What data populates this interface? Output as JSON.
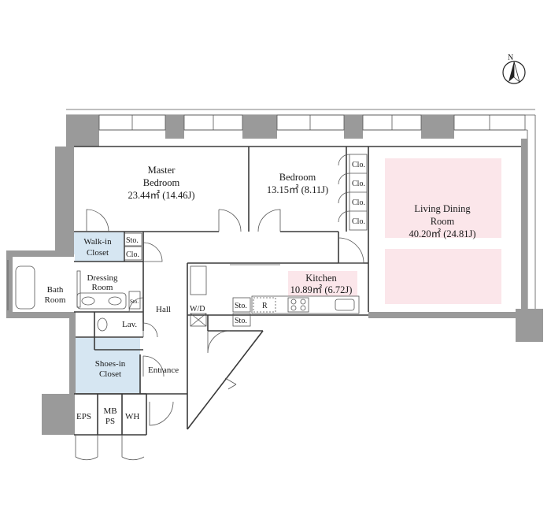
{
  "colors": {
    "wall": "#9a9a9a",
    "closet_fill": "#d6e6f2",
    "living_fill": "#fbe6ea",
    "kitchen_fill": "#fbe6ea"
  },
  "compass": {
    "label": "N",
    "icon": "north-arrow-icon"
  },
  "rooms": {
    "master_bedroom": {
      "line1": "Master",
      "line2": "Bedroom",
      "area": "23.44㎡ (14.46J)"
    },
    "bedroom": {
      "line1": "Bedroom",
      "area": "13.15㎡ (8.11J)"
    },
    "living": {
      "line1": "Living Dining",
      "line2": "Room",
      "area": "40.20㎡ (24.81J)"
    },
    "kitchen": {
      "line1": "Kitchen",
      "area": "10.89㎡ (6.72J)"
    },
    "walkin": {
      "line1": "Walk-in",
      "line2": "Closet"
    },
    "dressing": {
      "line1": "Dressing",
      "line2": "Room"
    },
    "bath": {
      "line1": "Bath",
      "line2": "Room"
    },
    "lav": "Lav.",
    "hall": "Hall",
    "entrance": "Entrance",
    "shoes": {
      "line1": "Shoes-in",
      "line2": "Closet"
    },
    "eps": "EPS",
    "mbps": {
      "line1": "MB",
      "line2": "PS"
    },
    "wh": "WH",
    "wd": "W/D",
    "refrigerator": "R"
  },
  "closets": {
    "clo": "Clo.",
    "sto": "Sto."
  }
}
